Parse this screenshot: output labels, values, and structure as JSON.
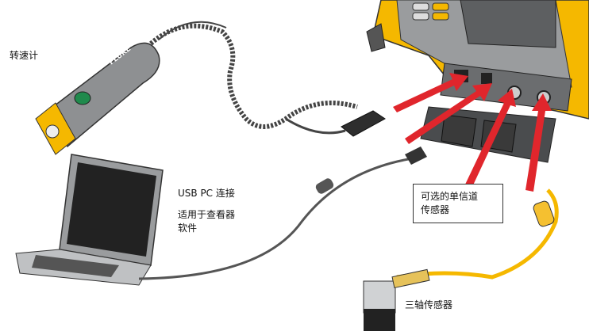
{
  "labels": {
    "tachometer": "转速计",
    "usb_line1": "USB PC 连接",
    "usb_line2": "适用于查看器",
    "usb_line3": "软件",
    "single_sensor_line1": "可选的单信道",
    "single_sensor_line2": "传感器",
    "triaxial_sensor": "三轴传感器"
  },
  "brand_text": "FLUKE",
  "colors": {
    "yellow": "#f5b800",
    "gray": "#8a8c8e",
    "dark": "#3a3a3a",
    "arrow": "#e0262c"
  }
}
